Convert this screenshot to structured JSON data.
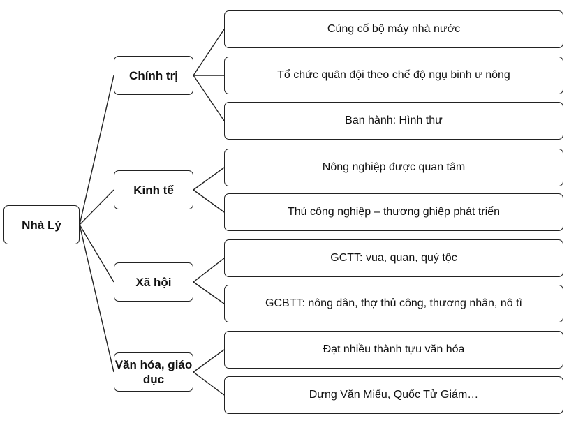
{
  "root": {
    "label": "Nhà Lý"
  },
  "categories": [
    {
      "label": "Chính trị",
      "items": [
        "Củng cố bộ máy nhà nước",
        "Tổ chức quân đội theo chế độ ngụ binh ư nông",
        "Ban hành: Hình thư"
      ]
    },
    {
      "label": "Kinh tế",
      "items": [
        "Nông nghiệp được quan tâm",
        "Thủ công nghiệp – thương ghiệp phát triển"
      ]
    },
    {
      "label": "Xã hội",
      "items": [
        "GCTT: vua, quan, quý tộc",
        "GCBTT: nông dân, thợ thủ công, thương nhân, nô tì"
      ]
    },
    {
      "label": "Văn hóa, giáo dục",
      "items": [
        "Đạt nhiều thành tựu văn hóa",
        "Dựng Văn Miếu, Quốc Tử Giám…"
      ]
    }
  ]
}
